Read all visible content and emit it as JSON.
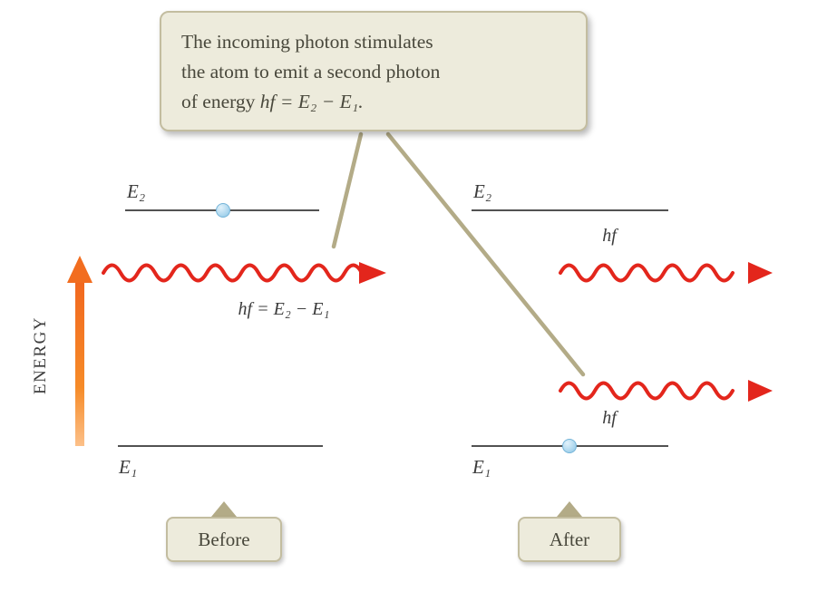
{
  "colors": {
    "red": "#e3261c",
    "orange": "#f47b20",
    "tan": "#b3ab87",
    "panel_bg": "#edebdc",
    "panel_border": "#c3bda0",
    "ink": "#3c3c3c",
    "text": "#49483c",
    "dot_fill": "#9fd2ec",
    "dot_edge": "#74b4d8",
    "level_line": "#3a3a3a"
  },
  "callout": {
    "line1": "The incoming photon stimulates",
    "line2": "the atom to emit a second photon",
    "line3_text": "of energy ",
    "line3_math": "hf = E₂ − E₁."
  },
  "energy_axis": {
    "label": "ENERGY"
  },
  "before": {
    "e2": "E₂",
    "e1": "E₁",
    "photon_label": "hf = E₂ − E₁",
    "caption": "Before"
  },
  "after": {
    "e2": "E₂",
    "e1": "E₁",
    "photon_top_label": "hf",
    "photon_bottom_label": "hf",
    "caption": "After"
  }
}
